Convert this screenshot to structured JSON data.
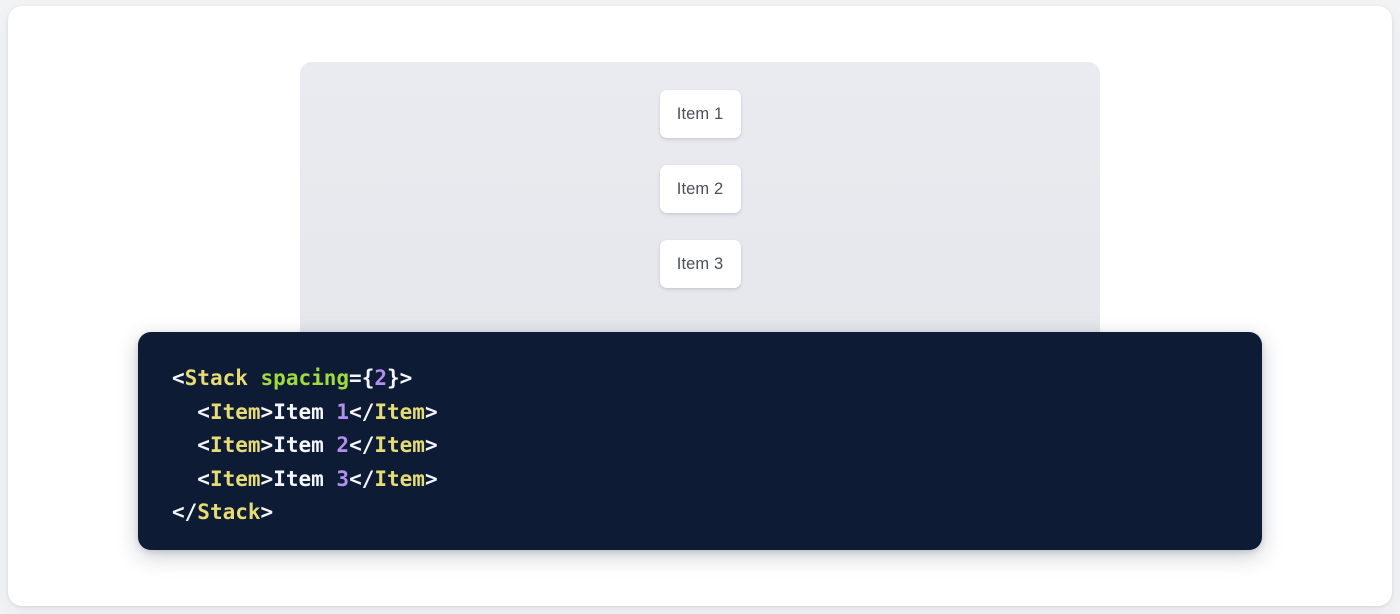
{
  "colors": {
    "outer_card_bg": "#ffffff",
    "page_bg": "#f2f3f5",
    "preview_panel_bg": "#e8eaef",
    "item_card_bg": "#ffffff",
    "item_card_text": "#4b5156",
    "code_block_bg": "#0d1b35",
    "code_default": "#f4f6fb",
    "code_tag": "#e6db74",
    "code_attr": "#9fdb3f",
    "code_number": "#b48ef0"
  },
  "preview": {
    "stack_items": [
      {
        "label": "Item 1"
      },
      {
        "label": "Item 2"
      },
      {
        "label": "Item 3"
      }
    ]
  },
  "code": {
    "language": "jsx",
    "lines": [
      {
        "indent": "",
        "tokens": [
          {
            "t": "<",
            "k": "punct"
          },
          {
            "t": "Stack",
            "k": "tag"
          },
          {
            "t": " ",
            "k": "punct"
          },
          {
            "t": "spacing",
            "k": "attr"
          },
          {
            "t": "={",
            "k": "punct"
          },
          {
            "t": "2",
            "k": "num"
          },
          {
            "t": "}>",
            "k": "punct"
          }
        ]
      },
      {
        "indent": "  ",
        "tokens": [
          {
            "t": "<",
            "k": "punct"
          },
          {
            "t": "Item",
            "k": "tag"
          },
          {
            "t": ">",
            "k": "punct"
          },
          {
            "t": "Item ",
            "k": "text"
          },
          {
            "t": "1",
            "k": "num"
          },
          {
            "t": "</",
            "k": "punct"
          },
          {
            "t": "Item",
            "k": "tag"
          },
          {
            "t": ">",
            "k": "punct"
          }
        ]
      },
      {
        "indent": "  ",
        "tokens": [
          {
            "t": "<",
            "k": "punct"
          },
          {
            "t": "Item",
            "k": "tag"
          },
          {
            "t": ">",
            "k": "punct"
          },
          {
            "t": "Item ",
            "k": "text"
          },
          {
            "t": "2",
            "k": "num"
          },
          {
            "t": "</",
            "k": "punct"
          },
          {
            "t": "Item",
            "k": "tag"
          },
          {
            "t": ">",
            "k": "punct"
          }
        ]
      },
      {
        "indent": "  ",
        "tokens": [
          {
            "t": "<",
            "k": "punct"
          },
          {
            "t": "Item",
            "k": "tag"
          },
          {
            "t": ">",
            "k": "punct"
          },
          {
            "t": "Item ",
            "k": "text"
          },
          {
            "t": "3",
            "k": "num"
          },
          {
            "t": "</",
            "k": "punct"
          },
          {
            "t": "Item",
            "k": "tag"
          },
          {
            "t": ">",
            "k": "punct"
          }
        ]
      },
      {
        "indent": "",
        "tokens": [
          {
            "t": "</",
            "k": "punct"
          },
          {
            "t": "Stack",
            "k": "tag"
          },
          {
            "t": ">",
            "k": "punct"
          }
        ]
      }
    ]
  }
}
